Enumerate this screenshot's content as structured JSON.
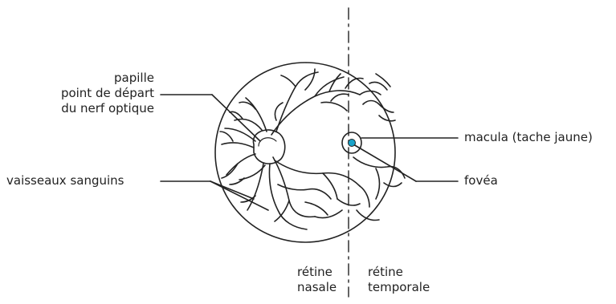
{
  "labels": {
    "papille": [
      "papille",
      "point de départ",
      "du nerf optique"
    ],
    "vaisseaux": "vaisseaux sanguins",
    "macula": "macula (tache jaune)",
    "fovea": "fovéa",
    "retine_nasale": [
      "rétine",
      "nasale"
    ],
    "retine_temporale": [
      "rétine",
      "temporale"
    ]
  },
  "colors": {
    "ink": "#222222",
    "fovea": "#1aa3c9"
  }
}
